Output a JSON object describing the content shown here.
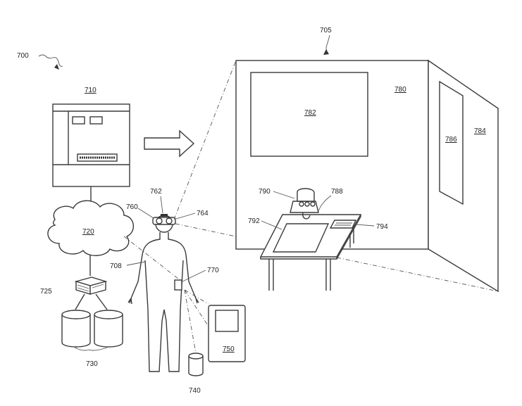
{
  "labels": {
    "system": "700",
    "environment": "705",
    "server": "710",
    "cloud": "720",
    "storage_server": "725",
    "databases": "730",
    "sensor": "740",
    "computer": "750",
    "head_device": "760",
    "camera_left": "762",
    "camera_right": "764",
    "person": "708",
    "wearable": "770",
    "wall_display": "782",
    "wall_front": "780",
    "wall_side": "784",
    "side_window": "786",
    "object_790": "790",
    "object_788": "788",
    "table": "792",
    "paper": "794"
  }
}
